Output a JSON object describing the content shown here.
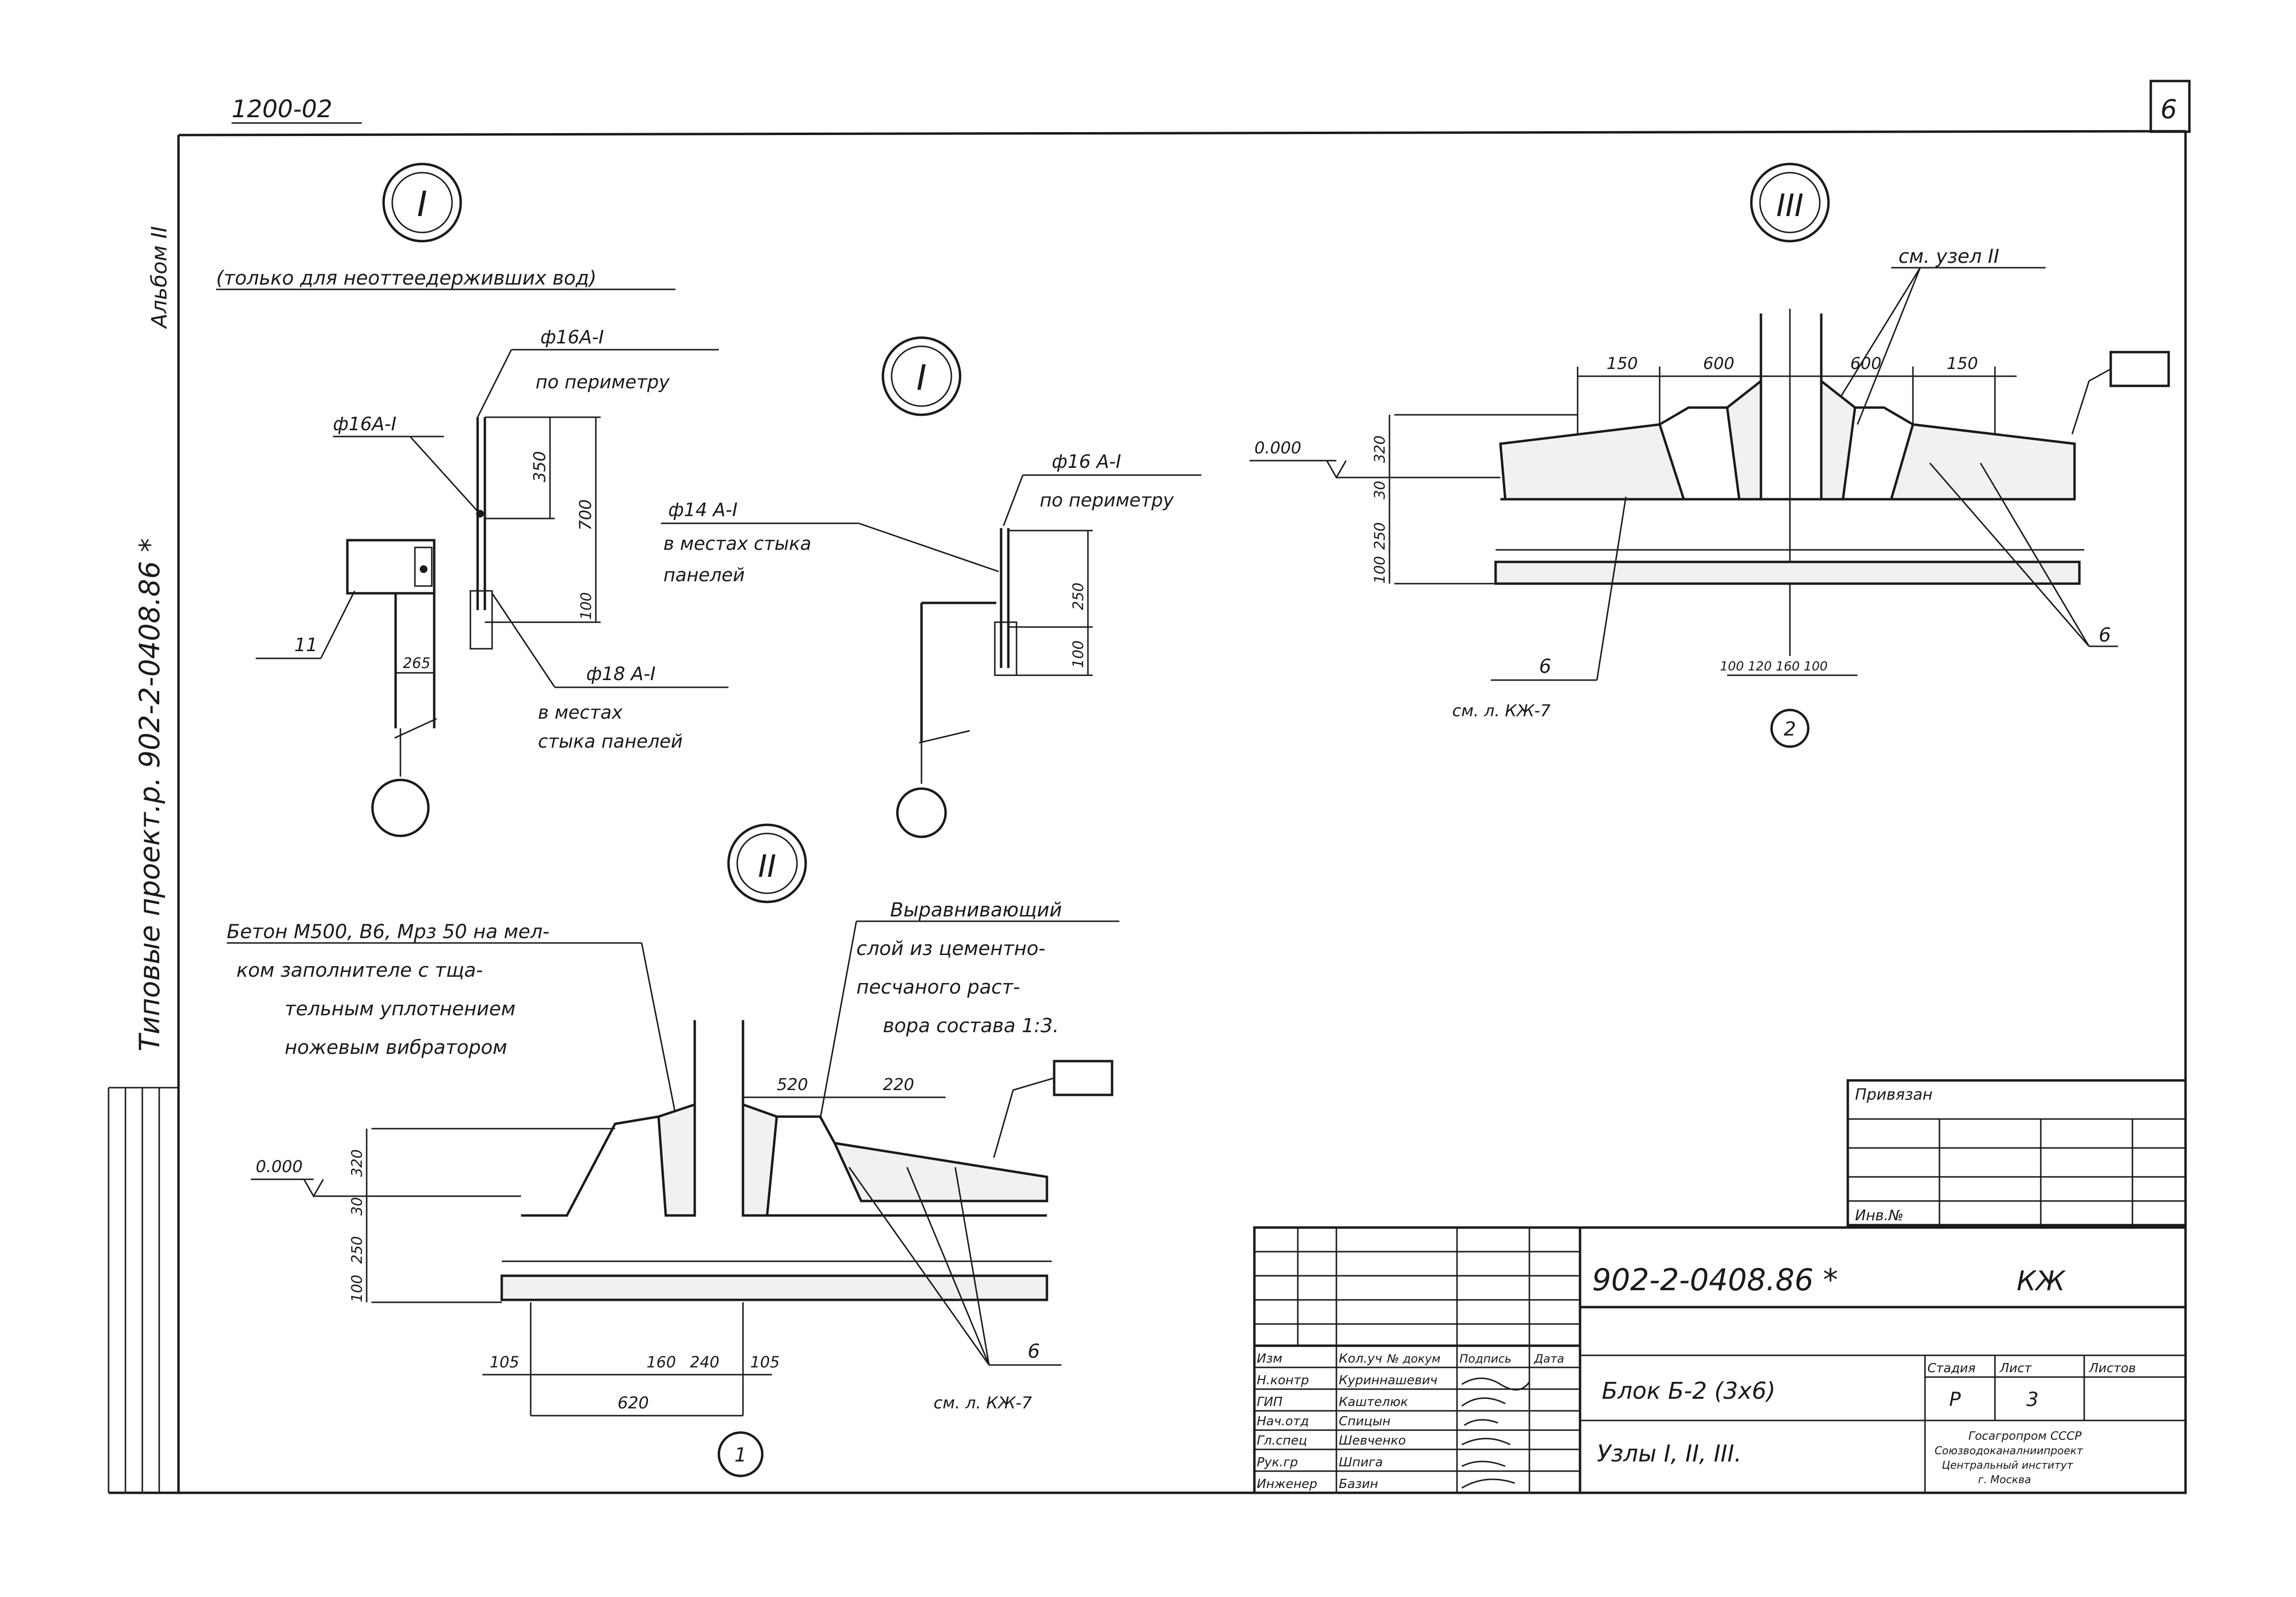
{
  "sheet": {
    "code_top": "1200-02",
    "sheet_number": "6",
    "album": "Альбом II",
    "side_title": "Типовые проект.р. 902-2-0408.86 *"
  },
  "nodes": {
    "n1a_mark": "I",
    "n1b_mark": "I",
    "n2_mark": "II",
    "n3_mark": "III"
  },
  "node1": {
    "note": "(только для неоттеедерживших вод)",
    "lbl_phi16_a": "ф16А-I",
    "lbl_perimeter": "по периметру",
    "lbl_phi16_b": "ф16А-I",
    "lbl_phi18": "ф18 А-I",
    "lbl_panels1": "в местах",
    "lbl_panels2": "стыка панелей",
    "lbl_11": "11",
    "dim_350": "350",
    "dim_700": "700",
    "dim_100": "100",
    "dim_265": "265"
  },
  "node1b": {
    "lbl_phi16": "ф16 А-I",
    "lbl_perimeter": "по периметру",
    "lbl_phi14": "ф14 А-I",
    "lbl_joint1": "в местах стыка",
    "lbl_joint2": "панелей",
    "dim_250": "250",
    "dim_100": "100"
  },
  "node3": {
    "ref": "см. узел II",
    "dim_150a": "150",
    "dim_600a": "600",
    "dim_600b": "600",
    "dim_150b": "150",
    "level": "0.000",
    "dim_320": "320",
    "dim_30": "30",
    "dim_250": "250",
    "dim_100": "100",
    "small_dims": "100 120 160 100",
    "mark_6a": "6",
    "mark_6b": "6",
    "ref_sheet": "см. л. КЖ-7",
    "axis": "2"
  },
  "node2": {
    "note_lines": [
      "Бетон М500, В6, Мрз 50 на мел-",
      "ком заполнителе с тща-",
      "тельным уплотнением",
      "ножевым вибратором"
    ],
    "layer_lines": [
      "Выравнивающий",
      "слой из цементно-",
      "песчаного раст-",
      "вора состава 1:3."
    ],
    "dim_520": "520",
    "dim_220": "220",
    "level": "0.000",
    "dim_320": "320",
    "dim_30": "30",
    "dim_250": "250",
    "dim_100": "100",
    "dim_105a": "105",
    "dim_160": "160",
    "dim_240": "240",
    "dim_105b": "105",
    "dim_620": "620",
    "mark_6": "6",
    "ref_sheet": "см. л. КЖ-7",
    "axis": "1"
  },
  "stamp": {
    "privyazan": "Привязан",
    "inv_no": "Инв.№",
    "doc_code": "902-2-0408.86 *",
    "mark": "КЖ",
    "roles": [
      "Изм",
      "Н.контр",
      "ГИП",
      "Нач.отд",
      "Гл.спец",
      "Рук.гр",
      "Инженер"
    ],
    "role_col2": [
      "Кол.уч",
      "Куриннашевич",
      "Каштелюк",
      "Спицын",
      "Шевченко",
      "Шпига",
      "Базин"
    ],
    "hdr_no_doc": "№ докум",
    "hdr_sign": "Подпись",
    "hdr_date": "Дата",
    "title_1": "Блок Б-2 (3х6)",
    "title_2": "Узлы I, II, III.",
    "stage_hdr": "Стадия",
    "sheet_hdr": "Лист",
    "sheets_hdr": "Листов",
    "stage": "Р",
    "sheet": "3",
    "org": [
      "Госагропром СССР",
      "Союзводоканалниипроект",
      "Центральный институт",
      "г. Москва"
    ]
  }
}
